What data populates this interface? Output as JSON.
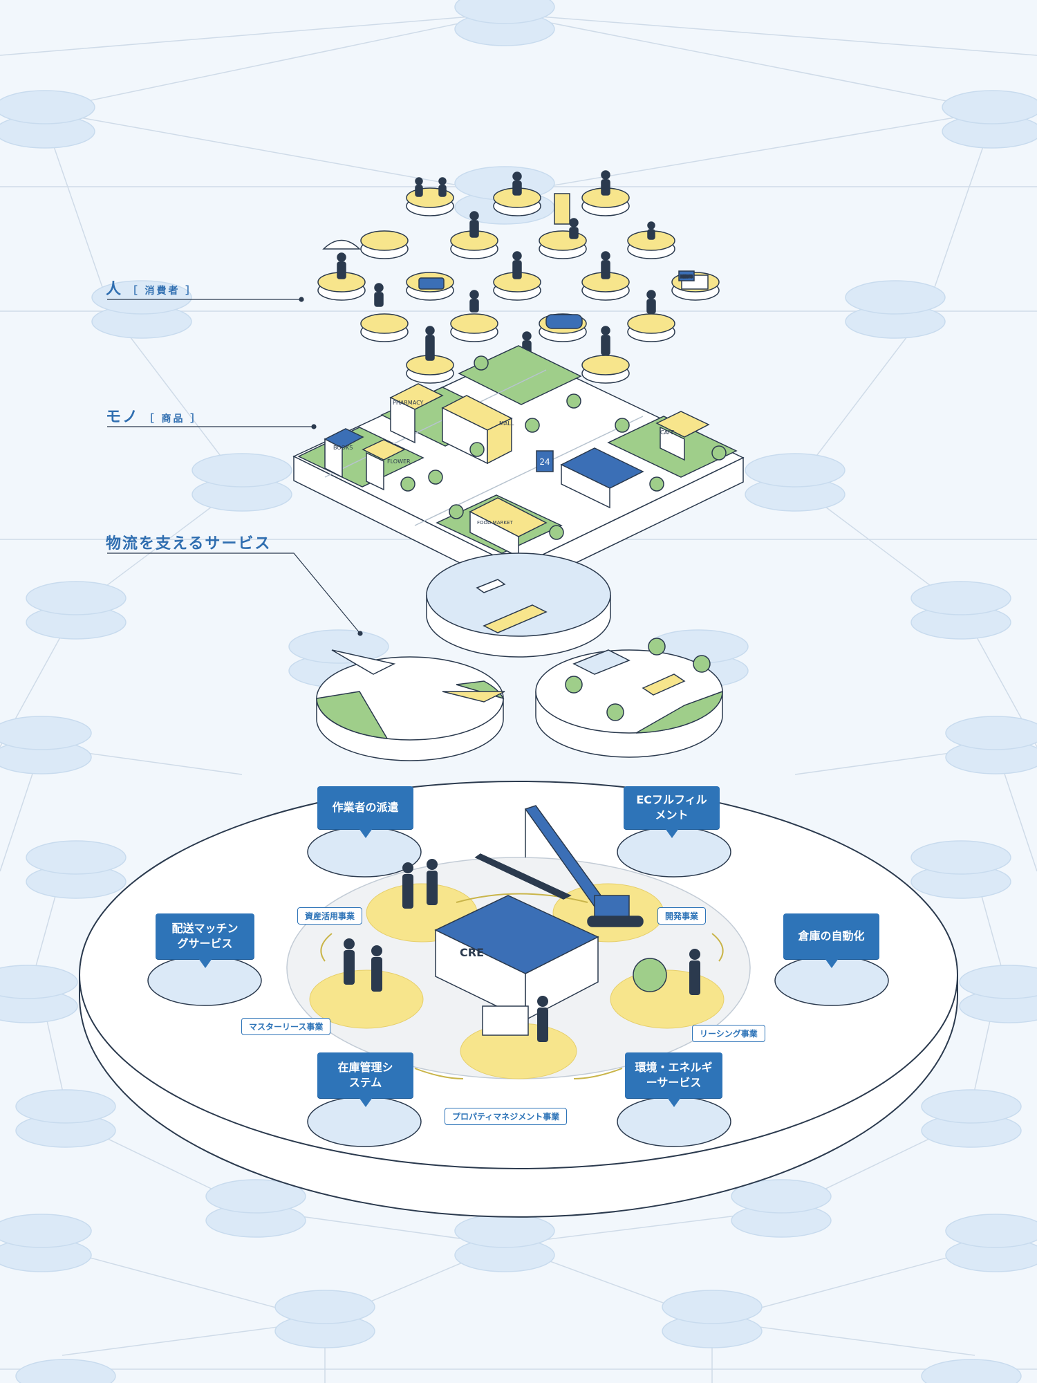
{
  "callouts": {
    "people": {
      "main": "人",
      "sub": "消費者"
    },
    "goods": {
      "main": "モノ",
      "sub": "商品"
    },
    "logistics": {
      "main": "物流を支えるサービス"
    }
  },
  "services": {
    "worker_dispatch": "作業者の派遣",
    "ec_fulfillment": "ECフルフィルメント",
    "delivery_matching": "配送マッチングサービス",
    "warehouse_automation": "倉庫の自動化",
    "inventory_system": "在庫管理システム",
    "environment_energy": "環境・エネルギーサービス"
  },
  "businesses": {
    "asset_utilization": "資産活用事業",
    "development": "開発事業",
    "master_lease": "マスターリース事業",
    "leasing": "リーシング事業",
    "property_management": "プロパティマネジメント事業"
  },
  "logo": {
    "text": "CRE"
  },
  "building_signs": {
    "pharmacy": "PHARMACY",
    "mall": "MALL",
    "books": "BOOKS",
    "flower": "FLOWER",
    "cafe": "CAFE",
    "food_market": "FOOD MARKET",
    "store_24": "24",
    "news": "NEWS"
  },
  "colors": {
    "background": "#f2f7fc",
    "accent_blue": "#2e74b8",
    "yellow": "#f7e58c",
    "green": "#9fce8a",
    "node_fill": "#dbe9f7"
  }
}
